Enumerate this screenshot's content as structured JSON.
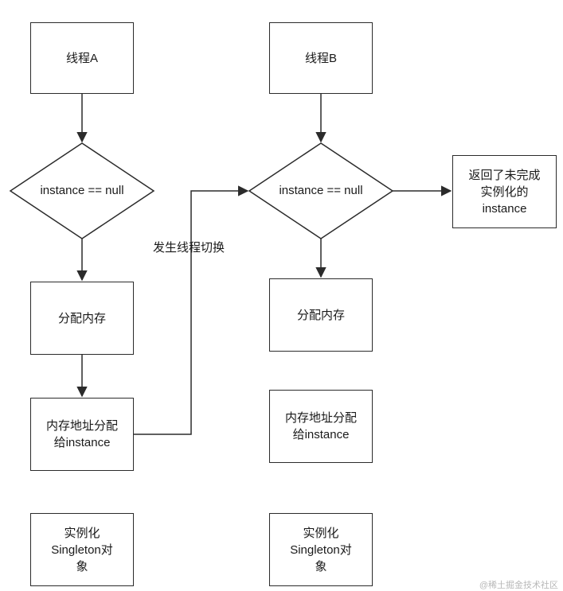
{
  "thread_a": {
    "title": "线程A",
    "condition": "instance == null",
    "allocate": "分配内存",
    "assign_line1": "内存地址分配",
    "assign_line2": "给instance",
    "init_line1": "实例化",
    "init_line2": "Singleton对",
    "init_line3": "象"
  },
  "thread_b": {
    "title": "线程B",
    "condition": "instance == null",
    "allocate": "分配内存",
    "assign_line1": "内存地址分配",
    "assign_line2": "给instance",
    "init_line1": "实例化",
    "init_line2": "Singleton对",
    "init_line3": "象",
    "result_line1": "返回了未完成",
    "result_line2": "实例化的",
    "result_line3": "instance"
  },
  "switch_label": "发生线程切换",
  "watermark": "@稀土掘金技术社区",
  "colors": {
    "stroke": "#2b2b2b",
    "text": "#1a1a1a",
    "background": "#ffffff"
  }
}
